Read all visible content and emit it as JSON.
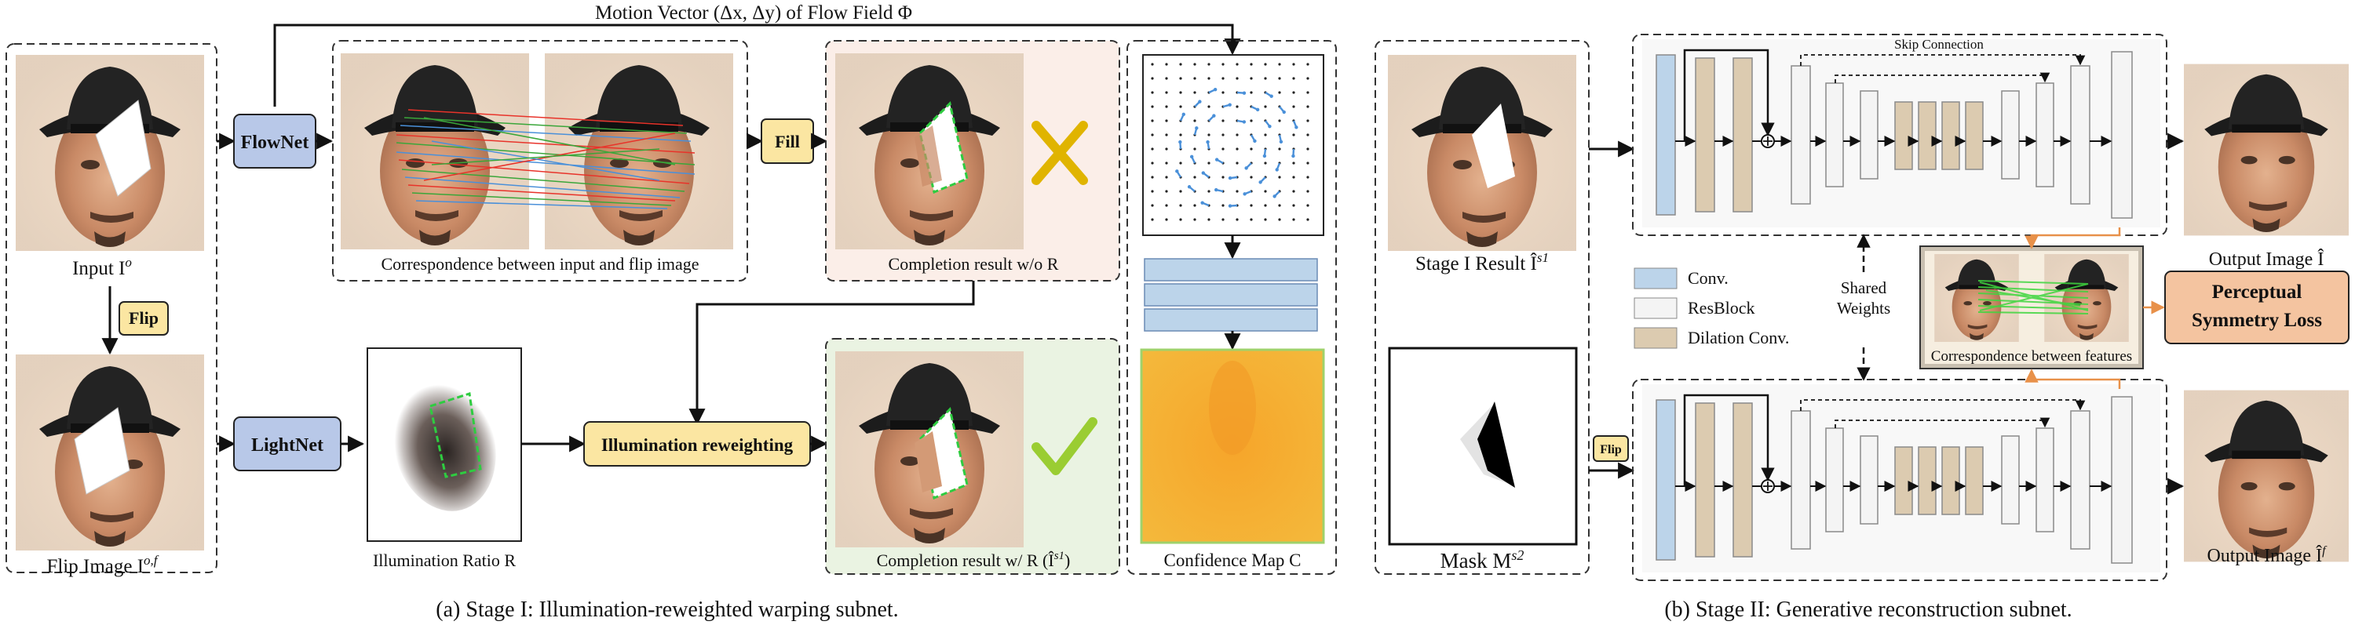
{
  "stage1": {
    "motion_vector_label": "Motion Vector (Δx, Δy) of Flow Field Φ",
    "input_label": "Input I",
    "input_sup": "o",
    "flip_button": "Flip",
    "flip_image_label": "Flip Image I",
    "flip_image_sup": "o,f",
    "flownet": "FlowNet",
    "lightnet": "LightNet",
    "correspondence_label": "Correspondence between input and flip image",
    "fill": "Fill",
    "completion_wo_label": "Completion result w/o R",
    "illumination_ratio_label": "Illumination Ratio R",
    "illumination_reweighting": "Illumination reweighting",
    "completion_w_label": "Completion result w/ R (Î",
    "completion_w_sup": "s1",
    "completion_w_tail": ")",
    "confidence_label": "Confidence Map C",
    "caption": "(a) Stage I: Illumination-reweighted warping subnet."
  },
  "stage2": {
    "stage1_result_label": "Stage I Result Î",
    "stage1_result_sup": "s1",
    "mask_label": "Mask M",
    "mask_sup": "s2",
    "flip_button": "Flip",
    "skip_connection": "Skip Connection",
    "legend": [
      "Conv.",
      "ResBlock",
      "Dilation Conv."
    ],
    "shared_weights": [
      "Shared",
      "Weights"
    ],
    "correspondence_features": "Correspondence between features",
    "perceptual_loss": [
      "Perceptual",
      "Symmetry Loss"
    ],
    "output_label": "Output Image Î",
    "output_flip_label": "Output Image Î",
    "output_flip_sup": "f",
    "caption": "(b) Stage II: Generative reconstruction subnet."
  },
  "colors": {
    "conv": "#bcd4ea",
    "resblock": "#f4f4f4",
    "dilation": "#dccbb0",
    "flownet": "#b8c8e8",
    "fill": "#fbe6a2",
    "loss": "#f4c4a0",
    "orange_arrow": "#e8914a",
    "bg_pink": "#fbeee8",
    "bg_green": "#eaf3e2"
  }
}
